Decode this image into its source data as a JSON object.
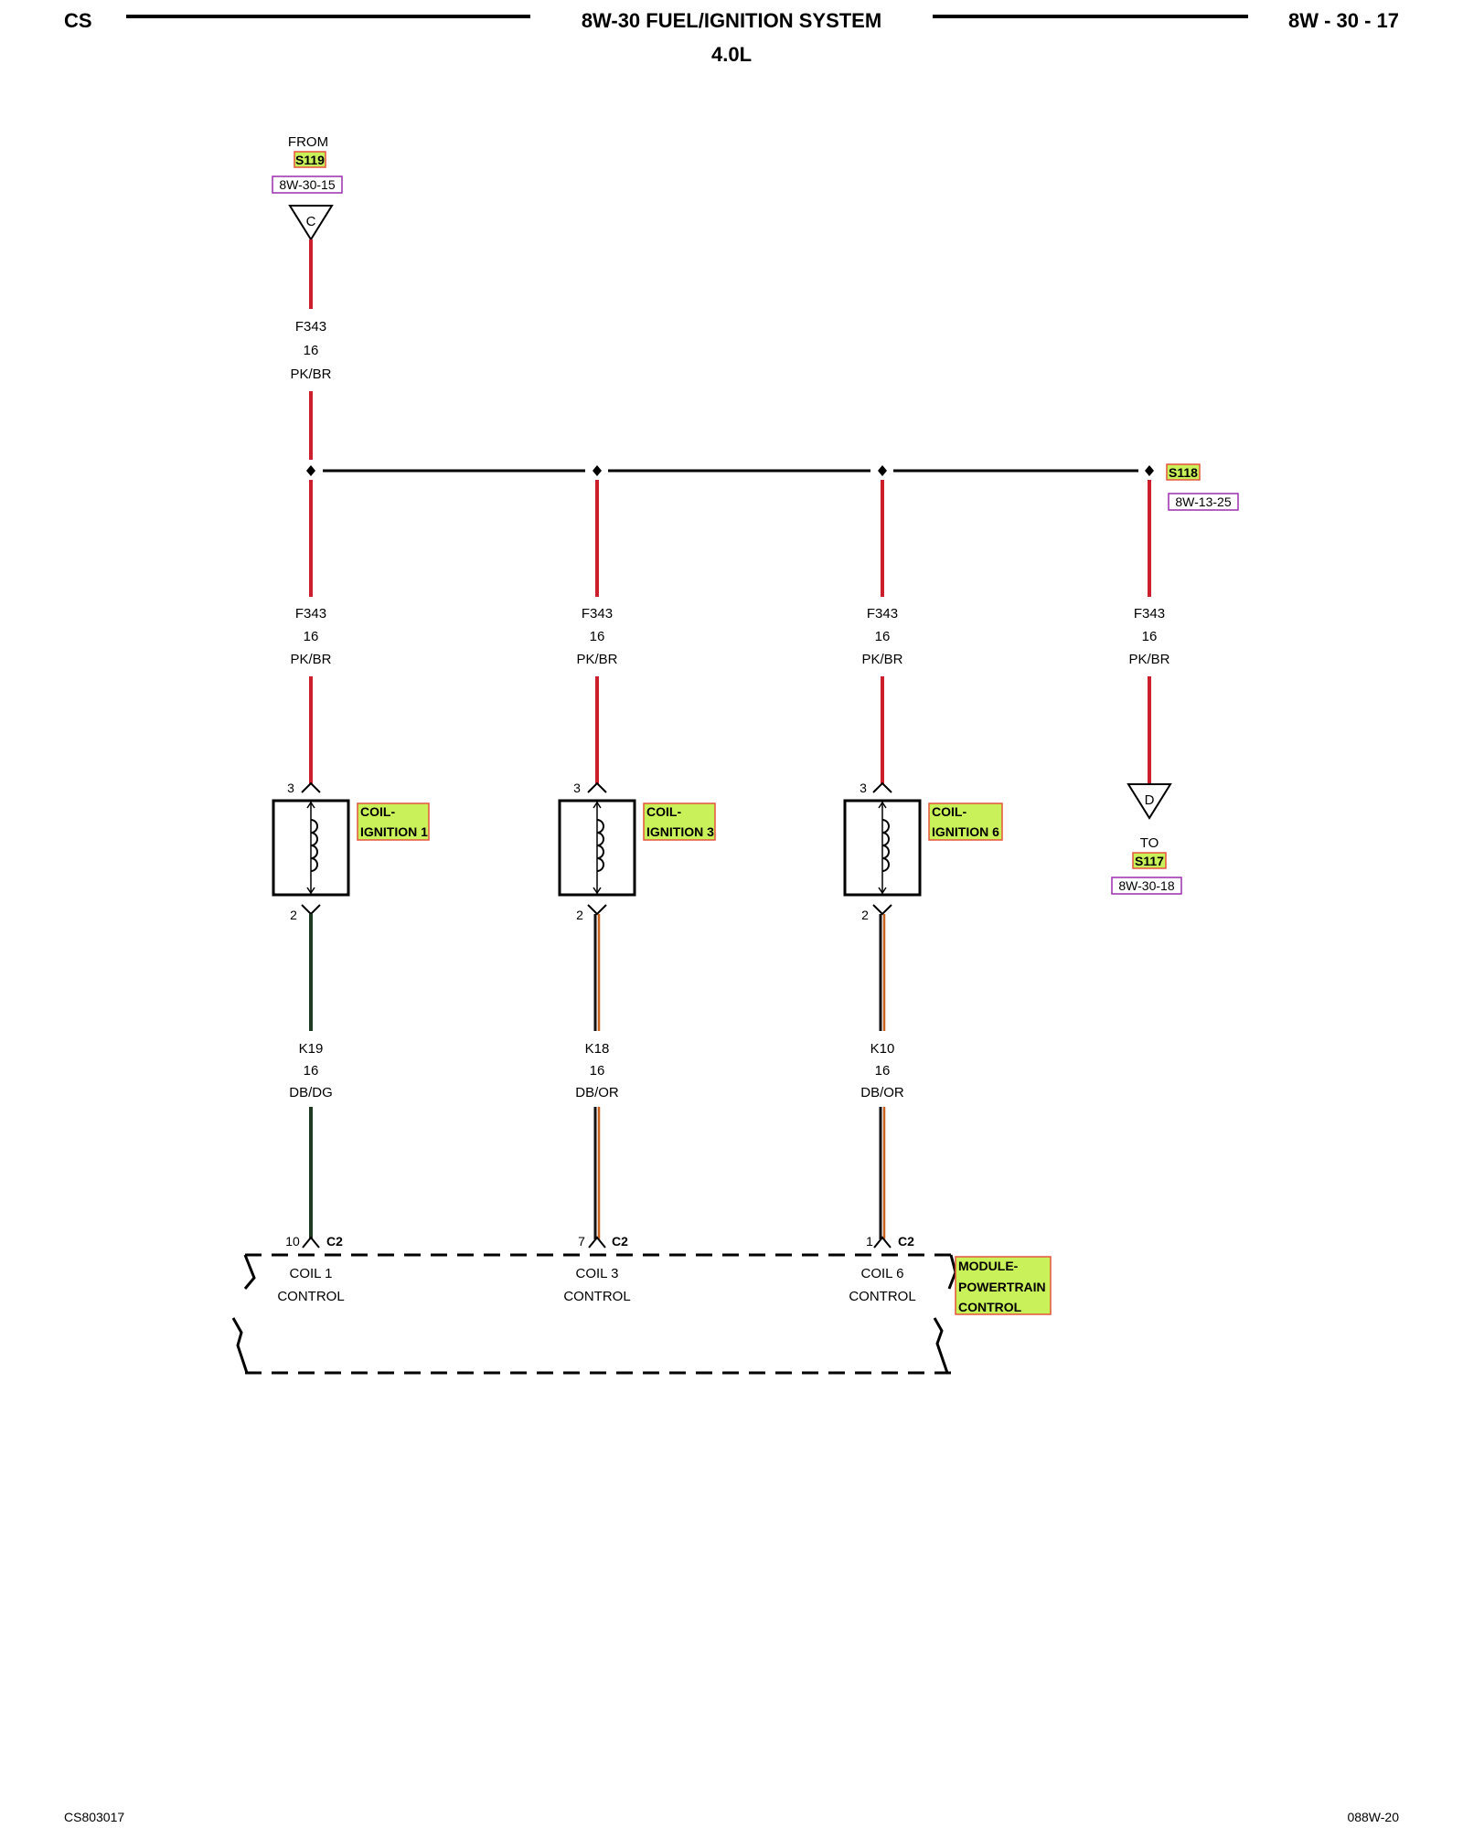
{
  "header": {
    "left": "CS",
    "title": "8W-30 FUEL/IGNITION SYSTEM",
    "subtitle": "4.0L",
    "page": "8W - 30 - 17"
  },
  "footer": {
    "left": "CS803017",
    "right": "088W-20"
  },
  "colors": {
    "wire_pk_br": "#cc1f2e",
    "wire_dark": "#1f3a22",
    "wire_orange": "#c8611c",
    "highlight": "#c9f25a",
    "highlight_border": "#e5533c",
    "ref_border": "#9b2fae"
  },
  "source": {
    "from_label": "FROM",
    "splice": "S119",
    "ref": "8W-30-15",
    "connector": "C"
  },
  "feed_wire": {
    "circuit": "F343",
    "gauge": "16",
    "color": "PK/BR"
  },
  "branch_splice": {
    "splice": "S118",
    "ref": "8W-13-25"
  },
  "branches": [
    {
      "wire": {
        "circuit": "F343",
        "gauge": "16",
        "color": "PK/BR"
      },
      "coil": {
        "line1": "COIL-",
        "line2": "IGNITION 1",
        "pin_top": "3",
        "pin_bottom": "2"
      },
      "control_wire": {
        "circuit": "K19",
        "gauge": "16",
        "color": "DB/DG"
      },
      "pcm": {
        "pin": "10",
        "connector": "C2",
        "line1": "COIL 1",
        "line2": "CONTROL"
      }
    },
    {
      "wire": {
        "circuit": "F343",
        "gauge": "16",
        "color": "PK/BR"
      },
      "coil": {
        "line1": "COIL-",
        "line2": "IGNITION 3",
        "pin_top": "3",
        "pin_bottom": "2"
      },
      "control_wire": {
        "circuit": "K18",
        "gauge": "16",
        "color": "DB/OR"
      },
      "pcm": {
        "pin": "7",
        "connector": "C2",
        "line1": "COIL 3",
        "line2": "CONTROL"
      }
    },
    {
      "wire": {
        "circuit": "F343",
        "gauge": "16",
        "color": "PK/BR"
      },
      "coil": {
        "line1": "COIL-",
        "line2": "IGNITION 6",
        "pin_top": "3",
        "pin_bottom": "2"
      },
      "control_wire": {
        "circuit": "K10",
        "gauge": "16",
        "color": "DB/OR"
      },
      "pcm": {
        "pin": "1",
        "connector": "C2",
        "line1": "COIL 6",
        "line2": "CONTROL"
      }
    }
  ],
  "exit": {
    "wire": {
      "circuit": "F343",
      "gauge": "16",
      "color": "PK/BR"
    },
    "connector": "D",
    "to_label": "TO",
    "splice": "S117",
    "ref": "8W-30-18"
  },
  "module": {
    "line1": "MODULE-",
    "line2": "POWERTRAIN",
    "line3": "CONTROL"
  }
}
